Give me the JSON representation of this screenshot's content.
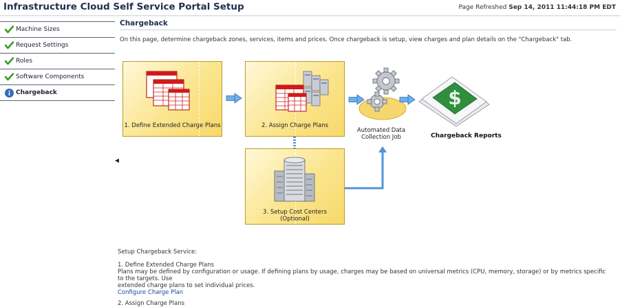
{
  "header": {
    "title": "Infrastructure Cloud Self Service Portal Setup",
    "refresh_label": "Page Refreshed",
    "refresh_time": "Sep 14, 2011 11:44:18 PM EDT"
  },
  "sidebar": {
    "items": [
      {
        "label": "Machine Sizes",
        "icon": "check-icon"
      },
      {
        "label": "Request Settings",
        "icon": "check-icon"
      },
      {
        "label": "Roles",
        "icon": "check-icon"
      },
      {
        "label": "Software Components",
        "icon": "check-icon"
      },
      {
        "label": "Chargeback",
        "icon": "info-icon"
      }
    ],
    "collapse_glyph": "◀"
  },
  "main": {
    "title": "Chargeback",
    "intro": "On this page, determine chargeback zones, services, items and prices. Once chargeback is setup, view charges and plan details on the \"Chargeback\" tab.",
    "diagram": {
      "step1": "1. Define Extended Charge Plans",
      "step2": "2. Assign Charge Plans",
      "step3_line1": "3. Setup Cost Centers",
      "step3_line2": "(Optional)",
      "job_line1": "Automated Data",
      "job_line2": "Collection Job",
      "reports": "Chargeback Reports"
    },
    "setup": {
      "heading": "Setup Chargeback Service:",
      "step1_title": "1. Define Extended Charge Plans",
      "step1_desc_line1": "Plans may be defined by configuration or usage. If defining plans by usage, charges may be based on universal metrics (CPU, memory, storage) or by metrics specific to the targets. Use",
      "step1_desc_line2": "extended charge plans to set individual prices.",
      "step1_link": "Configure Charge Plan",
      "step2_title": "2. Assign Charge Plans"
    }
  },
  "colors": {
    "accent": "#1f3050",
    "link": "#1a47a1",
    "box_fill": "#fbe58e",
    "arrow": "#4f95d8",
    "check": "#3c9a2a"
  }
}
